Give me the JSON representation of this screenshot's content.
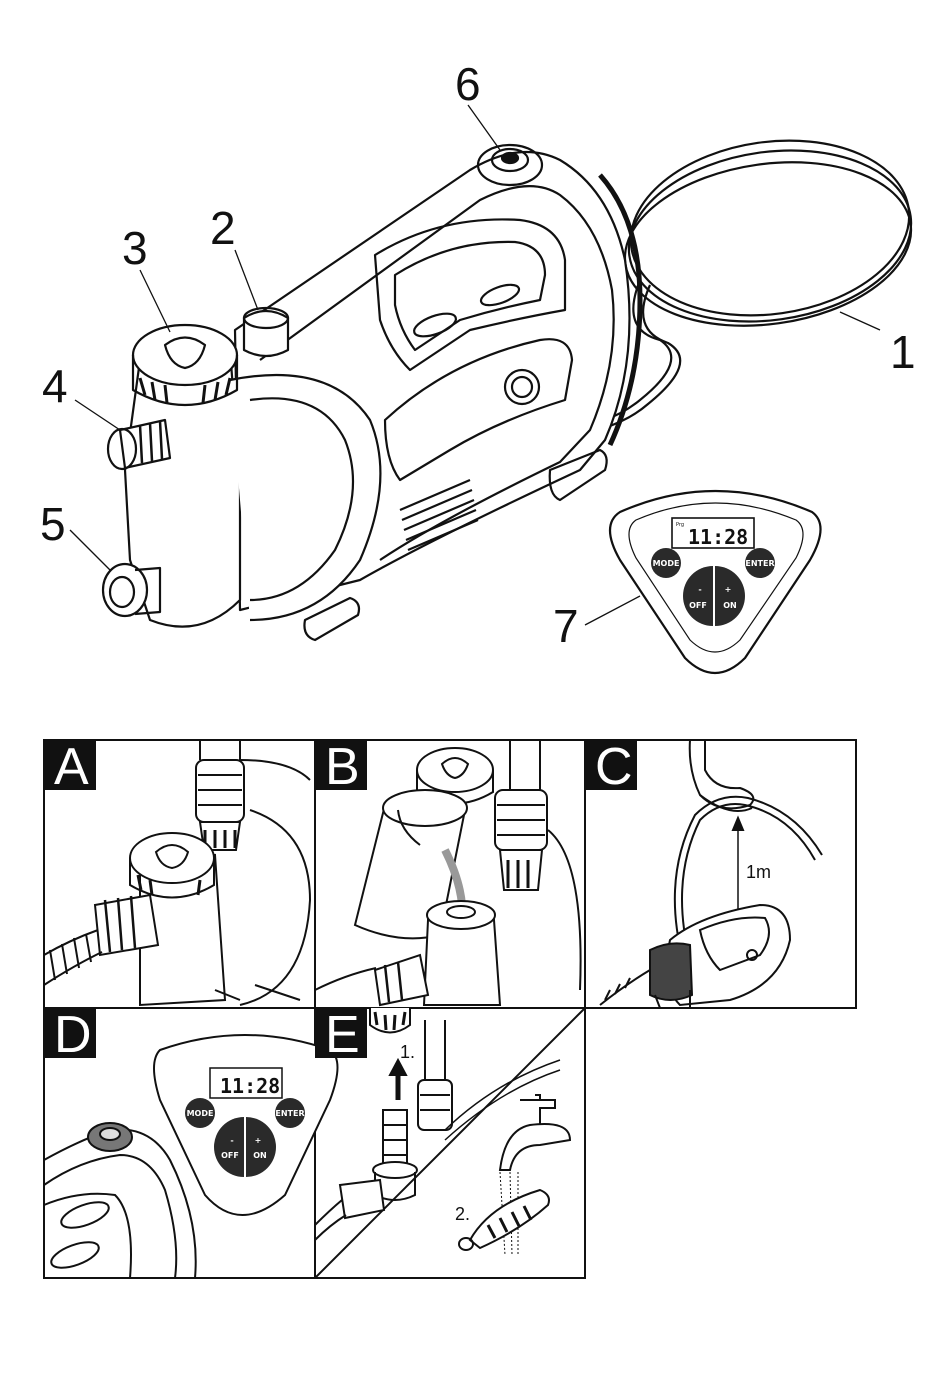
{
  "overview": {
    "callouts": [
      "1",
      "2",
      "3",
      "4",
      "5",
      "6",
      "7"
    ],
    "control_panel": {
      "display_time": "11:28",
      "display_prefix": "Prg",
      "mode_label": "MODE",
      "enter_label": "ENTER",
      "minus_symbol": "-",
      "off_label": "OFF",
      "plus_symbol": "+",
      "on_label": "ON"
    }
  },
  "panels": {
    "a": {
      "letter": "A"
    },
    "b": {
      "letter": "B"
    },
    "c": {
      "letter": "C",
      "height_label": "1m"
    },
    "d": {
      "letter": "D",
      "display_time": "11:28",
      "mode_label": "MODE",
      "enter_label": "ENTER",
      "minus_symbol": "-",
      "off_label": "OFF",
      "plus_symbol": "+",
      "on_label": "ON"
    },
    "e": {
      "letter": "E",
      "step1": "1.",
      "step2": "2."
    }
  }
}
